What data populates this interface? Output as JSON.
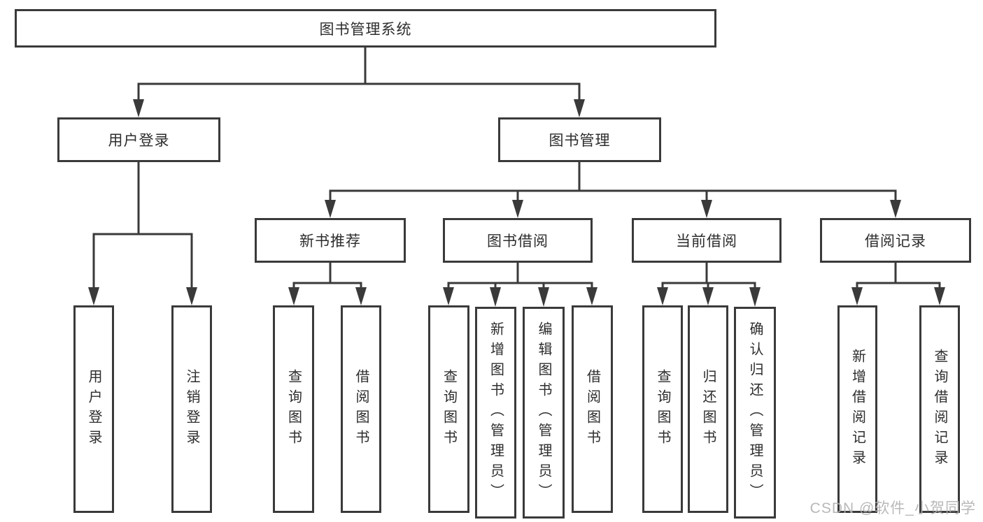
{
  "tree": {
    "root": {
      "label": "图书管理系统"
    },
    "children": [
      {
        "label": "用户登录",
        "children": [
          {
            "label": "用户登录"
          },
          {
            "label": "注销登录"
          }
        ]
      },
      {
        "label": "图书管理",
        "children": [
          {
            "label": "新书推荐",
            "children": [
              {
                "label": "查询图书"
              },
              {
                "label": "借阅图书"
              }
            ]
          },
          {
            "label": "图书借阅",
            "children": [
              {
                "label": "查询图书"
              },
              {
                "label": "新增图书（管理员）"
              },
              {
                "label": "编辑图书（管理员）"
              },
              {
                "label": "借阅图书"
              }
            ]
          },
          {
            "label": "当前借阅",
            "children": [
              {
                "label": "查询图书"
              },
              {
                "label": "归还图书"
              },
              {
                "label": "确认归还（管理员）"
              }
            ]
          },
          {
            "label": "借阅记录",
            "children": [
              {
                "label": "新增借阅记录"
              },
              {
                "label": "查询借阅记录"
              }
            ]
          }
        ]
      }
    ]
  },
  "watermark": {
    "text": "CSDN @软件_小贺同学"
  },
  "colors": {
    "line": "#3a3a3a",
    "text": "#2d2d2d",
    "background": "#ffffff",
    "watermark": "#b3b0b0"
  }
}
